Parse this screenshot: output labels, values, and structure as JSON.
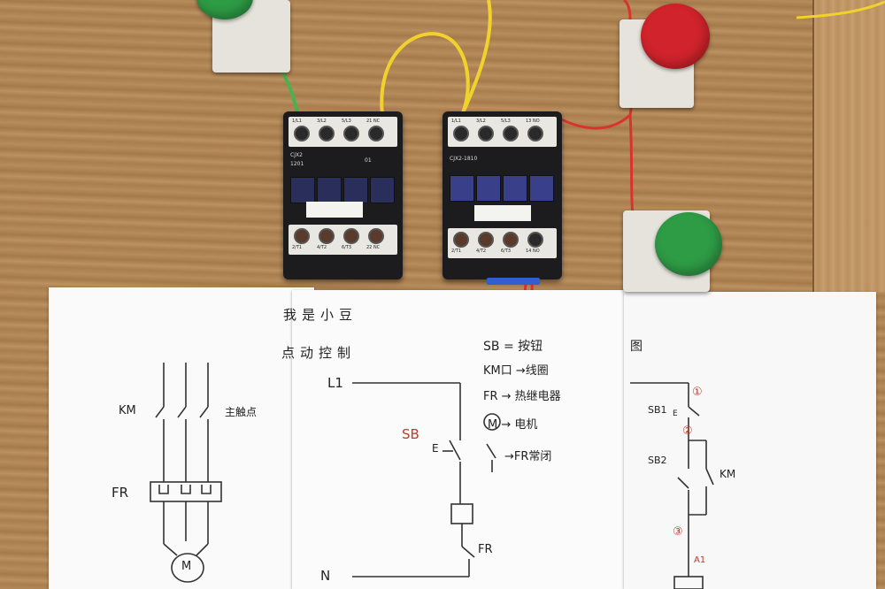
{
  "photo": {
    "subject": "contactor-wiring-board",
    "colors": {
      "wood": "#b58a5a",
      "paper": "#fafafa",
      "contactor": "#1c1c1f",
      "button_green": "#2e9b45",
      "button_red": "#d0232b",
      "wire_red": "#d9342b",
      "wire_yellow": "#f1d22c",
      "ink_black": "#222222",
      "ink_red": "#c0392b"
    }
  },
  "contactors": [
    {
      "terminals_top": [
        "1/L1",
        "3/L2",
        "5/L3",
        "21 NC"
      ],
      "terminals_bottom": [
        "2/T1",
        "4/T2",
        "6/T3",
        "22 NC"
      ],
      "plate_text": [
        "CJX2",
        "1201"
      ],
      "side_text": "01"
    },
    {
      "terminals_top": [
        "1/L1",
        "3/L2",
        "5/L3",
        "13 NO"
      ],
      "terminals_bottom": [
        "2/T1",
        "4/T2",
        "6/T3",
        "14 NO"
      ],
      "plate_text": [
        "CJX2-1810"
      ],
      "side_text": ""
    }
  ],
  "paper": {
    "left_sheet": {
      "km_label": "KM",
      "main_contacts_note": "主触点",
      "fr_label": "FR",
      "motor_symbol": "M"
    },
    "middle_sheet": {
      "title_line1": "我是小豆",
      "title_line2": "点动控制",
      "legend": [
        "SB = 按钮",
        "KM口 →线圈",
        "FR → 热继电器",
        "M → 电机",
        "→FR常闭"
      ],
      "l1_label": "L1",
      "n_label": "N",
      "sb_label": "SB",
      "e_label": "E",
      "fr_label": "FR"
    },
    "right_sheet": {
      "heading_fragment": "图",
      "sb1_label": "SB1",
      "sb2_label": "SB2",
      "km_label": "KM",
      "e_label": "E",
      "node_numbers": [
        "①",
        "②",
        "③"
      ],
      "coil_label": "A1"
    }
  }
}
